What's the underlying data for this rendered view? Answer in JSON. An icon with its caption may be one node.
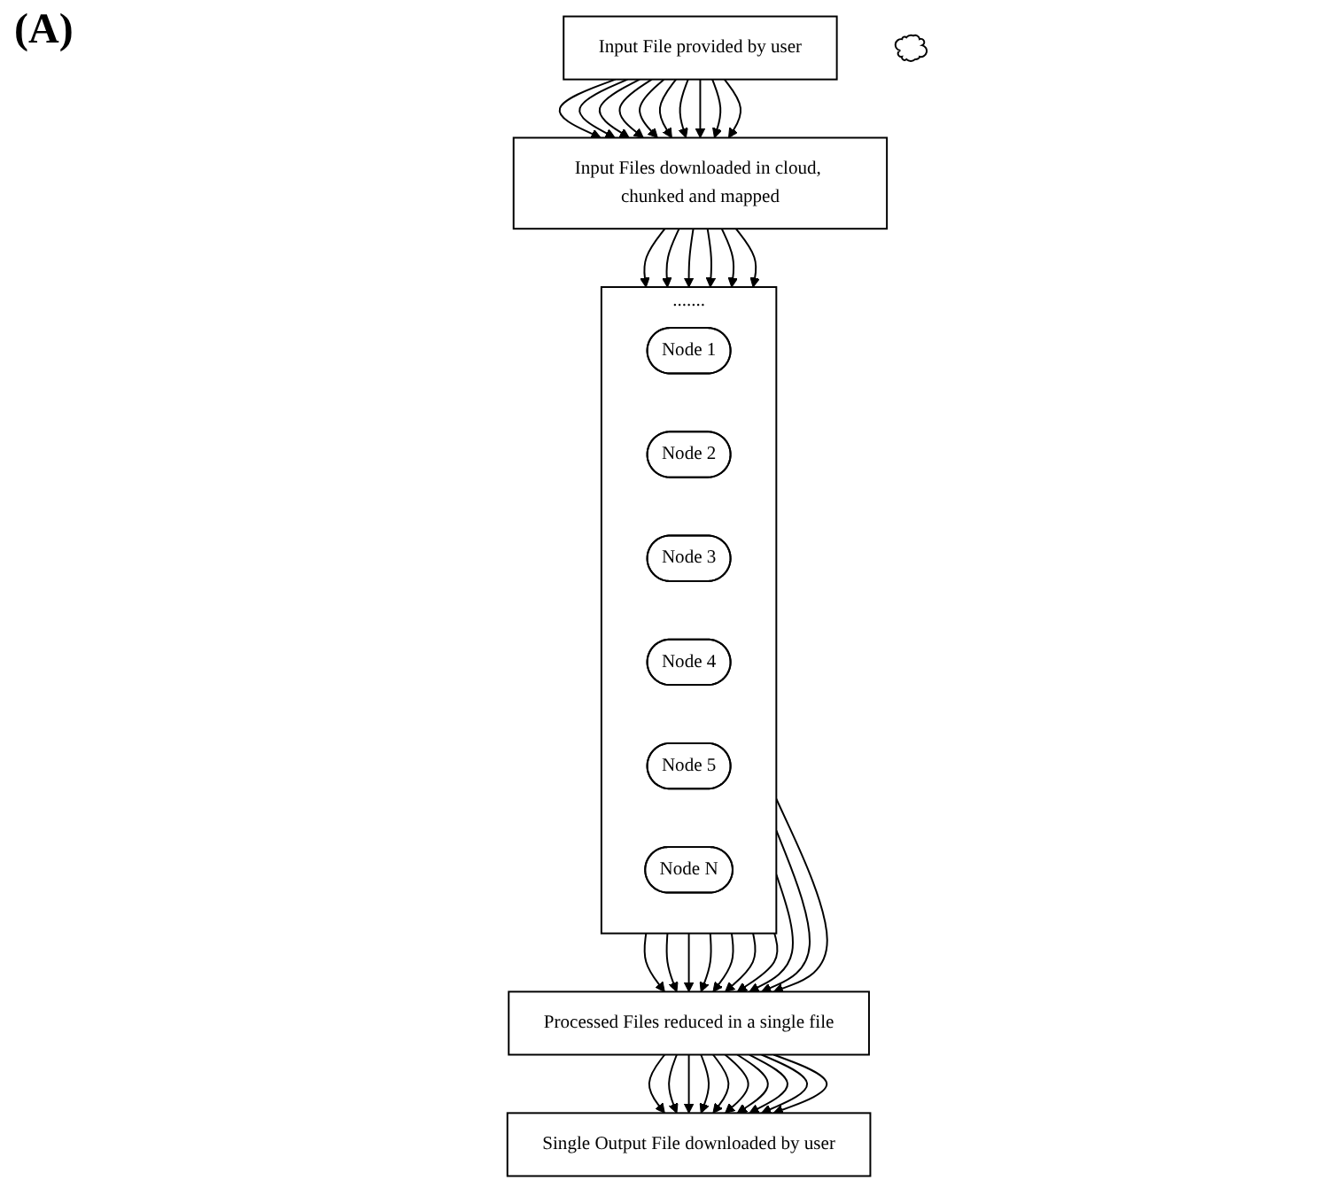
{
  "diagram": {
    "nodes": [
      {
        "text": [
          "Input File provided by user"
        ]
      },
      {
        "text": [
          "Input Files downloaded in cloud, chunked and mapped"
        ]
      },
      {
        "text": [
          "......."
        ]
      },
      {
        "text": [
          "Node 1"
        ],
        "in": 2
      },
      {
        "text": [
          "Node 2"
        ],
        "in": 2
      },
      {
        "text": [
          "Node 3"
        ],
        "in": 2
      },
      {
        "text": [
          "Node 4"
        ],
        "in": 2
      },
      {
        "text": [
          "Node 5"
        ],
        "in": 2
      },
      {
        "text": [
          "Node N"
        ],
        "in": 2
      },
      {
        "text": [
          "Processed Files reduced in a single file"
        ]
      },
      {
        "text": [
          "Single Output File downloaded by user"
        ]
      },
      {
        "text": [],
        "shape": "cloud"
      }
    ],
    "edges": [
      {
        "from": 0,
        "to": 1,
        "arrow": "to"
      },
      {
        "from": 0,
        "to": 1,
        "arrow": "to"
      },
      {
        "from": 0,
        "to": 1,
        "arrow": "to"
      },
      {
        "from": 0,
        "to": 1,
        "arrow": "to"
      },
      {
        "from": 0,
        "to": 1,
        "arrow": "to"
      },
      {
        "from": 0,
        "to": 1,
        "arrow": "to"
      },
      {
        "from": 0,
        "to": 1,
        "arrow": "to"
      },
      {
        "from": 0,
        "to": 1,
        "arrow": "to"
      },
      {
        "from": 0,
        "to": 1,
        "arrow": "to"
      },
      {
        "from": 0,
        "to": 1,
        "arrow": "to"
      },
      {
        "from": 1,
        "to": 2,
        "arrow": "to"
      },
      {
        "from": 1,
        "to": 2,
        "arrow": "to"
      },
      {
        "from": 1,
        "to": 2,
        "arrow": "to"
      },
      {
        "from": 1,
        "to": 2,
        "arrow": "to"
      },
      {
        "from": 1,
        "to": 2,
        "arrow": "to"
      },
      {
        "from": 1,
        "to": 2,
        "arrow": "to"
      },
      {
        "from": 2,
        "to": 9,
        "arrow": "to"
      },
      {
        "from": 2,
        "to": 9,
        "arrow": "to"
      },
      {
        "from": 2,
        "to": 9,
        "arrow": "to"
      },
      {
        "from": 2,
        "to": 9,
        "arrow": "to"
      },
      {
        "from": 2,
        "to": 9,
        "arrow": "to"
      },
      {
        "from": 2,
        "to": 9,
        "arrow": "to"
      },
      {
        "from": 2,
        "to": 9,
        "arrow": "to"
      },
      {
        "from": 2,
        "to": 9,
        "arrow": "to"
      },
      {
        "from": 2,
        "to": 9,
        "arrow": "to"
      },
      {
        "from": 2,
        "to": 9,
        "arrow": "to"
      },
      {
        "from": 9,
        "to": 10,
        "arrow": "to"
      },
      {
        "from": 9,
        "to": 10,
        "arrow": "to"
      },
      {
        "from": 9,
        "to": 10,
        "arrow": "to"
      },
      {
        "from": 9,
        "to": 10,
        "arrow": "to"
      },
      {
        "from": 9,
        "to": 10,
        "arrow": "to"
      },
      {
        "from": 9,
        "to": 10,
        "arrow": "to"
      },
      {
        "from": 9,
        "to": 10,
        "arrow": "to"
      },
      {
        "from": 9,
        "to": 10,
        "arrow": "to"
      },
      {
        "from": 9,
        "to": 10,
        "arrow": "to"
      },
      {
        "from": 9,
        "to": 10,
        "arrow": "to"
      }
    ],
    "labels": [
      "(A)"
    ]
  }
}
